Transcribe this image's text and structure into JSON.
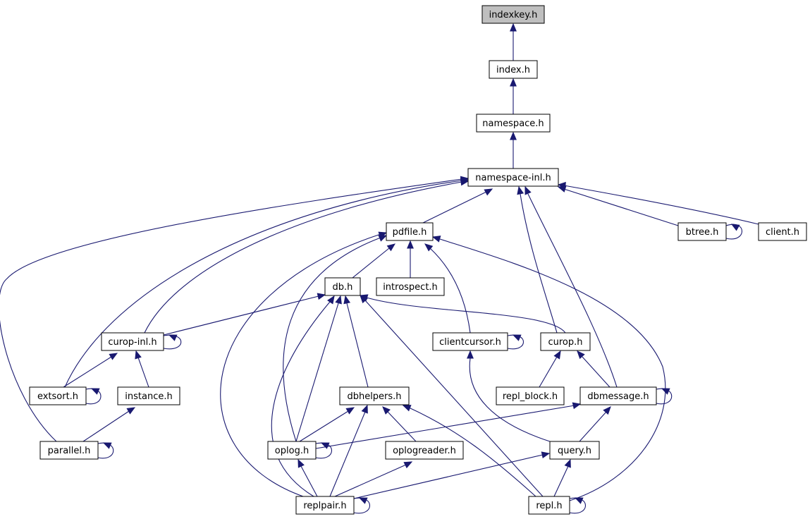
{
  "colors": {
    "edge": "#191970",
    "root_fill": "#bfbfbf",
    "node_fill": "#ffffff",
    "node_border": "#000000"
  },
  "nodes": {
    "indexkey": "indexkey.h",
    "index": "index.h",
    "namespace": "namespace.h",
    "namespace_inl": "namespace-inl.h",
    "pdfile": "pdfile.h",
    "btree": "btree.h",
    "client": "client.h",
    "db": "db.h",
    "introspect": "introspect.h",
    "curop_inl": "curop-inl.h",
    "clientcursor": "clientcursor.h",
    "curop": "curop.h",
    "extsort": "extsort.h",
    "instance": "instance.h",
    "dbhelpers": "dbhelpers.h",
    "repl_block": "repl_block.h",
    "dbmessage": "dbmessage.h",
    "parallel": "parallel.h",
    "oplog": "oplog.h",
    "oplogreader": "oplogreader.h",
    "query": "query.h",
    "replpair": "replpair.h",
    "repl": "repl.h"
  },
  "edges": [
    [
      "index",
      "indexkey"
    ],
    [
      "namespace",
      "index"
    ],
    [
      "namespace_inl",
      "namespace"
    ],
    [
      "pdfile",
      "namespace_inl"
    ],
    [
      "btree",
      "namespace_inl"
    ],
    [
      "client",
      "namespace_inl"
    ],
    [
      "curop_inl",
      "namespace_inl"
    ],
    [
      "extsort",
      "namespace_inl"
    ],
    [
      "parallel",
      "namespace_inl"
    ],
    [
      "curop",
      "namespace_inl"
    ],
    [
      "dbmessage",
      "namespace_inl"
    ],
    [
      "btree",
      "btree"
    ],
    [
      "db",
      "pdfile"
    ],
    [
      "introspect",
      "pdfile"
    ],
    [
      "clientcursor",
      "pdfile"
    ],
    [
      "oplog",
      "pdfile"
    ],
    [
      "replpair",
      "pdfile"
    ],
    [
      "repl",
      "pdfile"
    ],
    [
      "curop_inl",
      "db"
    ],
    [
      "curop",
      "db"
    ],
    [
      "dbhelpers",
      "db"
    ],
    [
      "oplog",
      "db"
    ],
    [
      "replpair",
      "db"
    ],
    [
      "repl",
      "db"
    ],
    [
      "curop_inl",
      "curop_inl"
    ],
    [
      "extsort",
      "curop_inl"
    ],
    [
      "instance",
      "curop_inl"
    ],
    [
      "clientcursor",
      "clientcursor"
    ],
    [
      "query",
      "clientcursor"
    ],
    [
      "repl_block",
      "curop"
    ],
    [
      "dbmessage",
      "curop"
    ],
    [
      "extsort",
      "extsort"
    ],
    [
      "parallel",
      "instance"
    ],
    [
      "oplog",
      "dbhelpers"
    ],
    [
      "oplogreader",
      "dbhelpers"
    ],
    [
      "replpair",
      "dbhelpers"
    ],
    [
      "repl",
      "dbhelpers"
    ],
    [
      "dbmessage",
      "dbmessage"
    ],
    [
      "oplog",
      "dbmessage"
    ],
    [
      "query",
      "dbmessage"
    ],
    [
      "parallel",
      "parallel"
    ],
    [
      "oplog",
      "oplog"
    ],
    [
      "replpair",
      "oplog"
    ],
    [
      "replpair",
      "oplogreader"
    ],
    [
      "replpair",
      "query"
    ],
    [
      "repl",
      "query"
    ],
    [
      "replpair",
      "replpair"
    ],
    [
      "repl",
      "repl"
    ]
  ]
}
